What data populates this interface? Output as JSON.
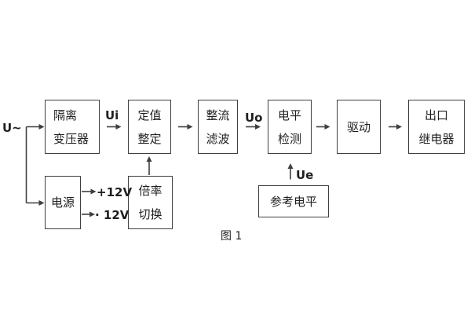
{
  "caption": "图 1",
  "colors": {
    "line": "#3f3f3f",
    "text": "#1f1f1f",
    "background": "#ffffff"
  },
  "labels": {
    "input": "U~",
    "ui": "Ui",
    "uo": "Uo",
    "ue": "Ue",
    "plus12v": "+12V",
    "minus12v": "· 12V"
  },
  "blocks": {
    "isolation_transformer": {
      "line1": "隔离",
      "line2": "变压器"
    },
    "setpoint_setting": {
      "line1": "定值",
      "line2": "整定"
    },
    "rectifier_filter": {
      "line1": "整流",
      "line2": "滤波"
    },
    "level_detection": {
      "line1": "电平",
      "line2": "检测"
    },
    "driver": {
      "label": "驱动"
    },
    "output_relay": {
      "line1": "出口",
      "line2": "继电器"
    },
    "power_supply": {
      "label": "电源"
    },
    "ratio_switching": {
      "line1": "倍率",
      "line2": "切换"
    },
    "reference_level": {
      "label": "参考电平"
    }
  }
}
